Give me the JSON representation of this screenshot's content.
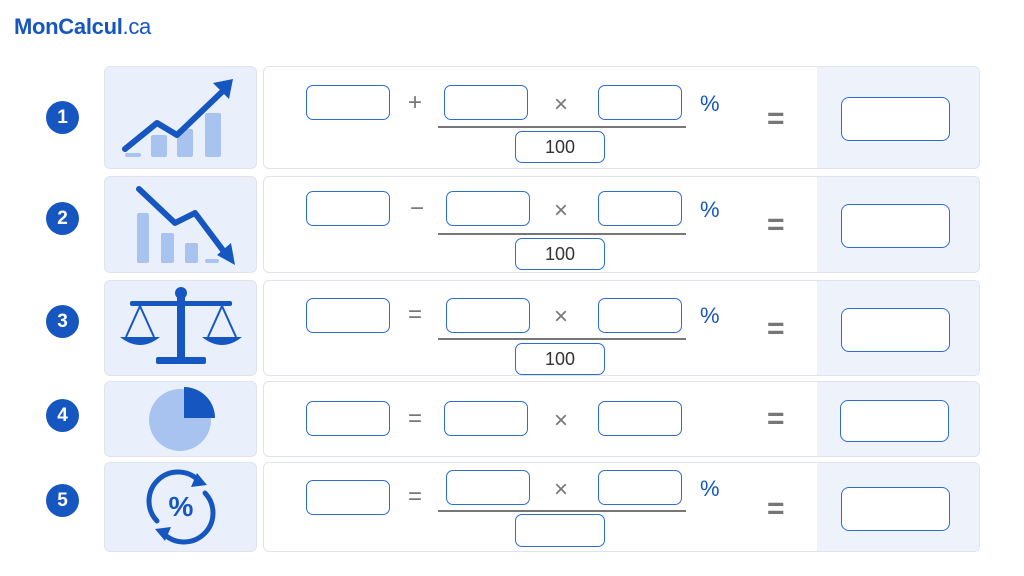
{
  "brand": {
    "name": "MonCalcul",
    "ext": ".ca"
  },
  "rows": [
    {
      "number": "1",
      "icon": "increase-chart-icon",
      "operator": "+",
      "times": "×",
      "percent": "%",
      "denominator": "100",
      "equals": "="
    },
    {
      "number": "2",
      "icon": "decrease-chart-icon",
      "operator": "−",
      "times": "×",
      "percent": "%",
      "denominator": "100",
      "equals": "="
    },
    {
      "number": "3",
      "icon": "balance-scale-icon",
      "operator": "=",
      "times": "×",
      "percent": "%",
      "denominator": "100",
      "equals": "="
    },
    {
      "number": "4",
      "icon": "pie-chart-icon",
      "operator": "=",
      "times": "×",
      "equals": "="
    },
    {
      "number": "5",
      "icon": "percent-cycle-icon",
      "operator": "=",
      "times": "×",
      "percent": "%",
      "denominator": "",
      "equals": "="
    }
  ],
  "colors": {
    "brand": "#1656c0",
    "field_border": "#2d6cd2",
    "light_blue": "#a9c3f0",
    "panel_bg": "#eaf0fb"
  }
}
